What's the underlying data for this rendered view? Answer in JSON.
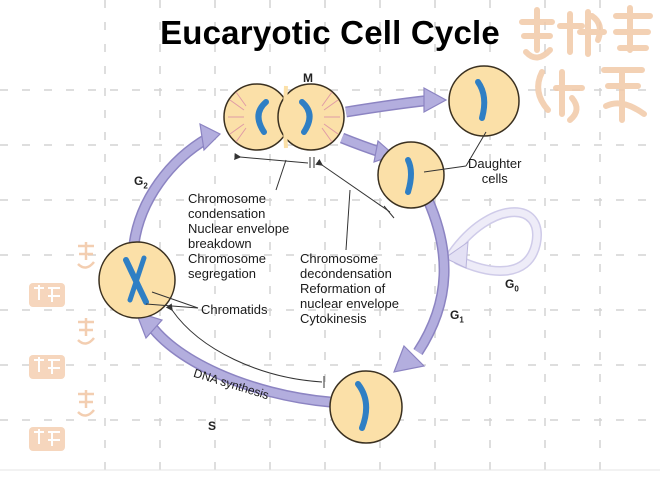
{
  "title": "Eucaryotic Cell Cycle",
  "phases": {
    "m": "M",
    "g2_main": "G",
    "g2_sub": "2",
    "g1_main": "G",
    "g1_sub": "1",
    "g0_main": "G",
    "g0_sub": "0",
    "s": "S"
  },
  "labels": {
    "daughter_cells": "Daughter\ncells",
    "mitosis_events": "Chromosome\ncondensation\nNuclear envelope\nbreakdown\nChromosome\nsegregation",
    "chromatids": "Chromatids",
    "telophase_events": "Chromosome\ndecondensation\nReformation of\nnuclear envelope\nCytokinesis",
    "dna_synthesis": "DNA synthesis"
  },
  "colors": {
    "cycle_arrow": "#b3aede",
    "cycle_arrow_edge": "#8c84c2",
    "g0_arrow": "#e3e0f4",
    "cell_fill": "#fbe0a8",
    "cell_edge": "#3a3020",
    "chromosome": "#2f7fc4",
    "spindle": "#d98aa6",
    "seal": "#f2c9a8"
  }
}
